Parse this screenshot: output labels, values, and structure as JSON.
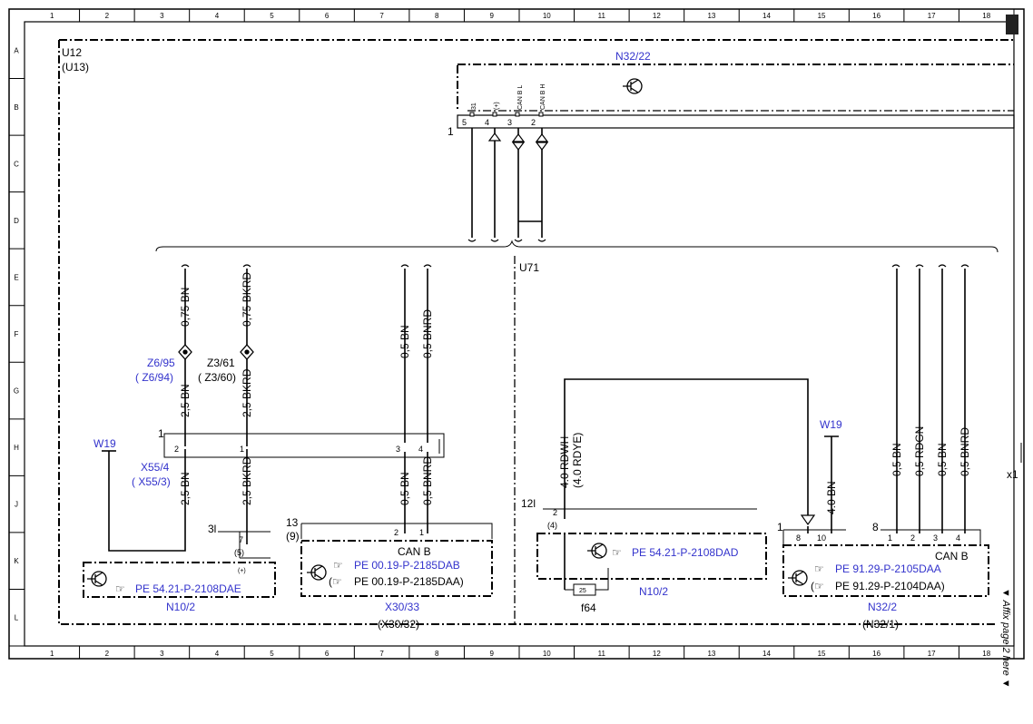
{
  "border": {
    "columns": [
      "1",
      "2",
      "3",
      "4",
      "5",
      "6",
      "7",
      "8",
      "9",
      "10",
      "11",
      "12",
      "13",
      "14",
      "15",
      "16",
      "17",
      "18"
    ],
    "rows": [
      "A",
      "B",
      "C",
      "D",
      "E",
      "F",
      "G",
      "H",
      "J",
      "K",
      "L"
    ]
  },
  "affix_note": "▼ Affix page 2 here ▼",
  "frames": {
    "u12": "U12",
    "u13": "(U13)",
    "u71": "U71",
    "n32_22": "N32/22",
    "x30_33": "X30/33",
    "x30_32": "(X30/32)",
    "n10_2_left": "N10/2",
    "n10_2_mid": "N10/2",
    "n32_2": "N32/2",
    "n32_1": "(N32/1)",
    "f64": "f64",
    "fuse_25": "25",
    "x1": "x1"
  },
  "top_connector": {
    "ref": "1",
    "pins": [
      "5",
      "4",
      "3",
      "2"
    ],
    "signals": [
      "31",
      "(+)",
      "CAN B L",
      "CAN B H"
    ]
  },
  "left_block": {
    "z_top": "Z6/95",
    "z_bot": "( Z6/94)",
    "z2_top": "Z3/61",
    "z2_bot": "( Z3/60)",
    "w19": "W19",
    "x_top": "X55/4",
    "x_bot": "( X55/3)",
    "conn_ref": "1",
    "pins": [
      "2",
      "1",
      "3",
      "4"
    ],
    "pin_3l": "3l",
    "pin_7": "7",
    "pin_5p": "(5)",
    "pin_plus": "(+)",
    "link": "PE 54.21-P-2108DAE"
  },
  "wires": {
    "w1": "0,75 BN",
    "w2": "0,75 BKRD",
    "w3": "0,5 BN",
    "w4": "0,5 BNRD",
    "w5": "2,5 BN",
    "w6": "2,5 BKRD",
    "w7": "2,5 BN",
    "w8": "2,5 BKRD",
    "w9": "0,5 BN",
    "w10": "0,5 BNRD",
    "w11": "4.0 RDWH",
    "w12": "(4.0 RDYE)",
    "w13": "4.0 BN",
    "w14": "0,5 BN",
    "w15": "0,5 RDGN",
    "w16": "0,5 BN",
    "w17": "0,5 BNRD"
  },
  "x30": {
    "ref_top": "13",
    "ref_bot": "(9)",
    "pins": [
      "2",
      "1"
    ],
    "can": "CAN B",
    "link1": "PE 00.19-P-2185DAB",
    "link2": "PE 00.19-P-2185DAA)"
  },
  "mid": {
    "ref": "12l",
    "pin": "2",
    "pin_p": "(4)",
    "link": "PE 54.21-P-2108DAD"
  },
  "right": {
    "w19": "W19",
    "ref_1": "1",
    "ref_8": "8",
    "pins_a": [
      "8",
      "10"
    ],
    "pins_b": [
      "1",
      "2",
      "3",
      "4"
    ],
    "can": "CAN B",
    "link1": "PE 91.29-P-2105DAA",
    "link2": "PE 91.29-P-2104DAA)"
  }
}
